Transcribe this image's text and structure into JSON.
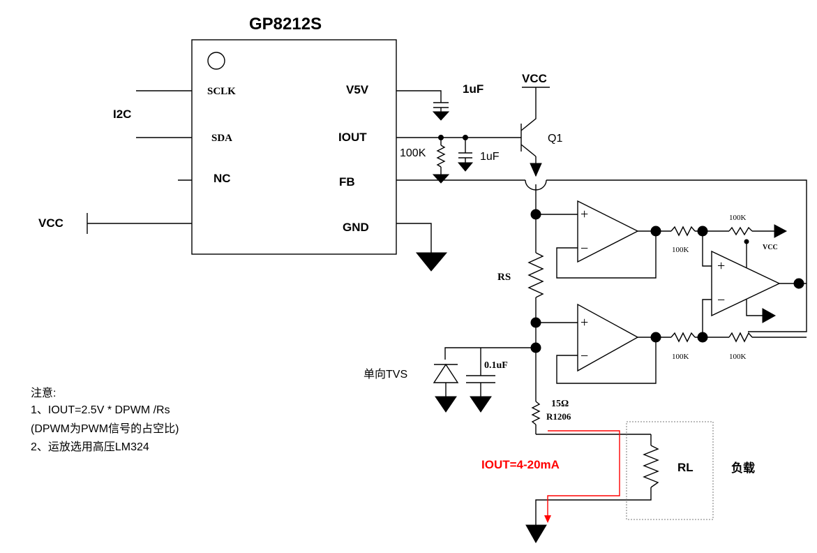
{
  "chip": {
    "title": "GP8212S",
    "pins_left": [
      "SCLK",
      "SDA",
      "NC"
    ],
    "pins_right": [
      "V5V",
      "IOUT",
      "FB",
      "GND"
    ]
  },
  "labels": {
    "i2c": "I2C",
    "vcc_left": "VCC",
    "vcc_top": "VCC",
    "vcc_opamp": "VCC",
    "cap_v5v": "1uF",
    "res_iout": "100K",
    "cap_iout": "1uF",
    "transistor": "Q1",
    "rs": "RS",
    "res_amp_top_in": "100K",
    "res_amp_top_fb": "100K",
    "res_amp_bot_in": "100K",
    "res_amp_bot_fb": "100K",
    "tvs": "单向TVS",
    "cap_tvs": "0.1uF",
    "r_series_value": "15Ω",
    "r_series_pkg": "R1206",
    "current": "IOUT=4-20mA",
    "rl": "RL",
    "load": "负载"
  },
  "notes": {
    "title": "注意:",
    "line1": "1、IOUT=2.5V * DPWM /Rs",
    "line2": "(DPWM为PWM信号的占空比)",
    "line3": "2、运放选用高压LM324"
  },
  "colors": {
    "wire": "#000000",
    "current_path": "#ff0000",
    "load_box": "#777777"
  }
}
